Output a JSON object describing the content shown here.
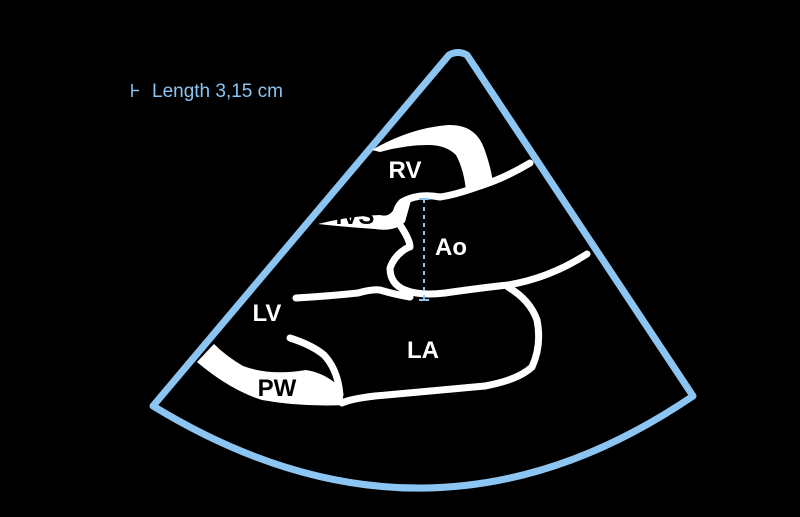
{
  "measurement": {
    "icon": "caliper-icon",
    "text": "Length 3,15 cm",
    "color": "#8cc4f2"
  },
  "labels": {
    "rv": "RV",
    "ivs": "IVS",
    "ao": "Ao",
    "lv": "LV",
    "la": "LA",
    "pw": "PW"
  },
  "colors": {
    "sector_outline": "#8cc4f2",
    "structures": "#ffffff",
    "background": "#000000"
  }
}
